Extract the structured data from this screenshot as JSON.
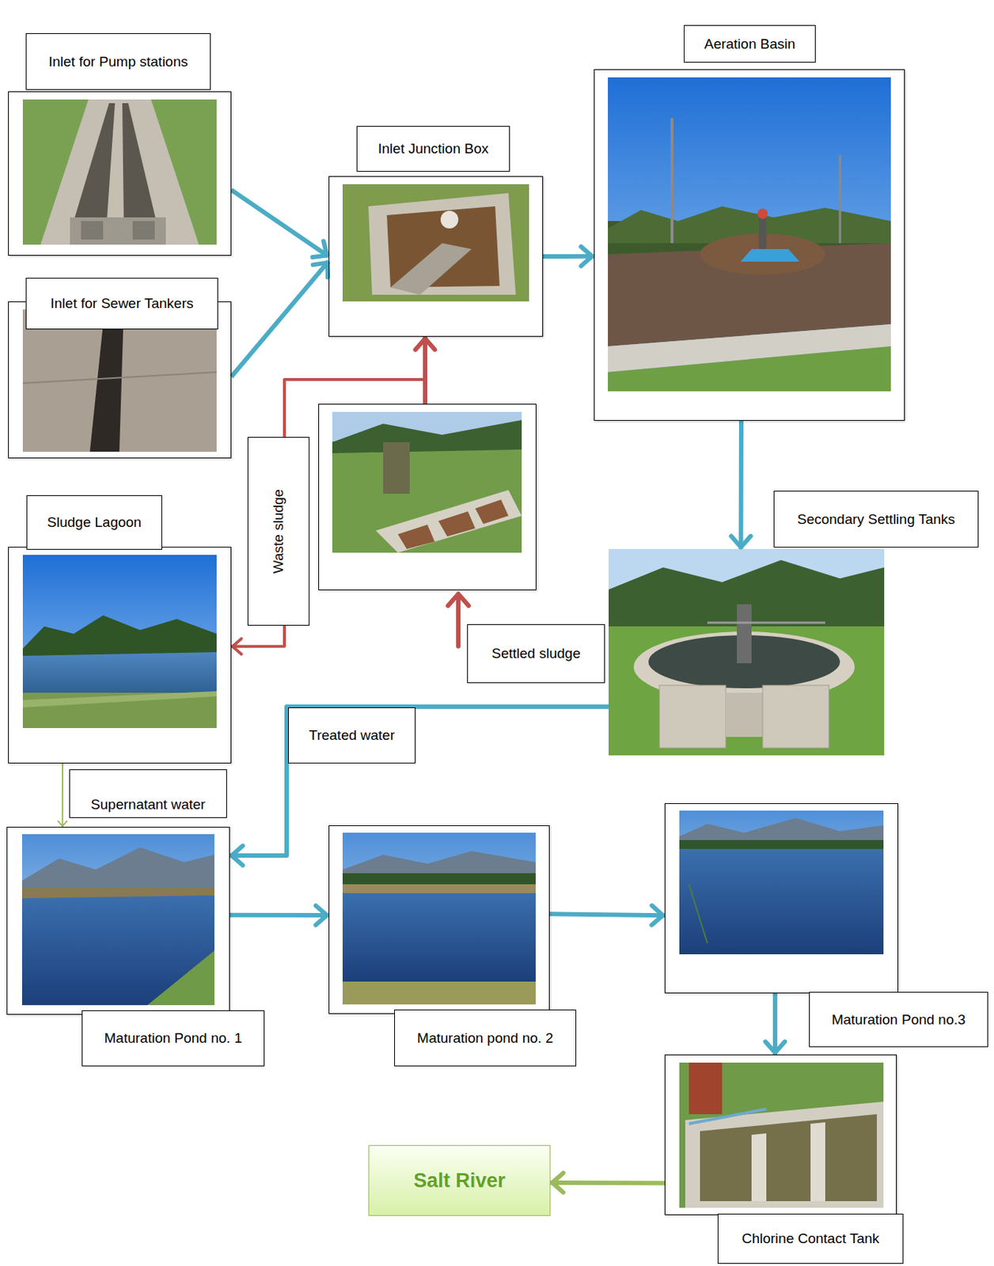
{
  "diagram": {
    "nodes": [
      {
        "text": [
          "Inlet for Pump stations"
        ]
      },
      {
        "text": [
          "Inlet for Sewer Tankers"
        ]
      },
      {
        "text": [
          "Inlet Junction Box"
        ]
      },
      {
        "text": [
          "Aeration Basin"
        ]
      },
      {
        "text": [
          "Secondary Settling Tanks"
        ]
      },
      {
        "text": [
          "Settled sludge"
        ]
      },
      {
        "text": [
          "Sludge Lagoon"
        ]
      },
      {
        "text": [
          "Maturation Pond no. 1"
        ]
      },
      {
        "text": [
          "Maturation pond no. 2"
        ]
      },
      {
        "text": [
          "Maturation Pond no.3"
        ]
      },
      {
        "text": [
          "Chlorine Contact Tank"
        ]
      },
      {
        "text": [
          "Salt River"
        ]
      }
    ],
    "edges": [
      {
        "from": 0,
        "to": 2,
        "arrow": "to"
      },
      {
        "from": 1,
        "to": 2,
        "arrow": "to"
      },
      {
        "from": 2,
        "to": 3,
        "arrow": "to"
      },
      {
        "from": 3,
        "to": 4,
        "arrow": "to"
      },
      {
        "from": 5,
        "to": 2,
        "arrow": "to"
      },
      {
        "from": 5,
        "to": 6,
        "label": "Waste sludge",
        "arrow": "to"
      },
      {
        "from": 4,
        "to": 7,
        "label": "Treated water",
        "arrow": "to"
      },
      {
        "from": 6,
        "to": 7,
        "label": "Supernatant water",
        "arrow": "to"
      },
      {
        "from": 7,
        "to": 8,
        "arrow": "to"
      },
      {
        "from": 8,
        "to": 9,
        "arrow": "to"
      },
      {
        "from": 9,
        "to": 10,
        "arrow": "to"
      },
      {
        "from": 10,
        "to": 11,
        "arrow": "to"
      }
    ]
  }
}
